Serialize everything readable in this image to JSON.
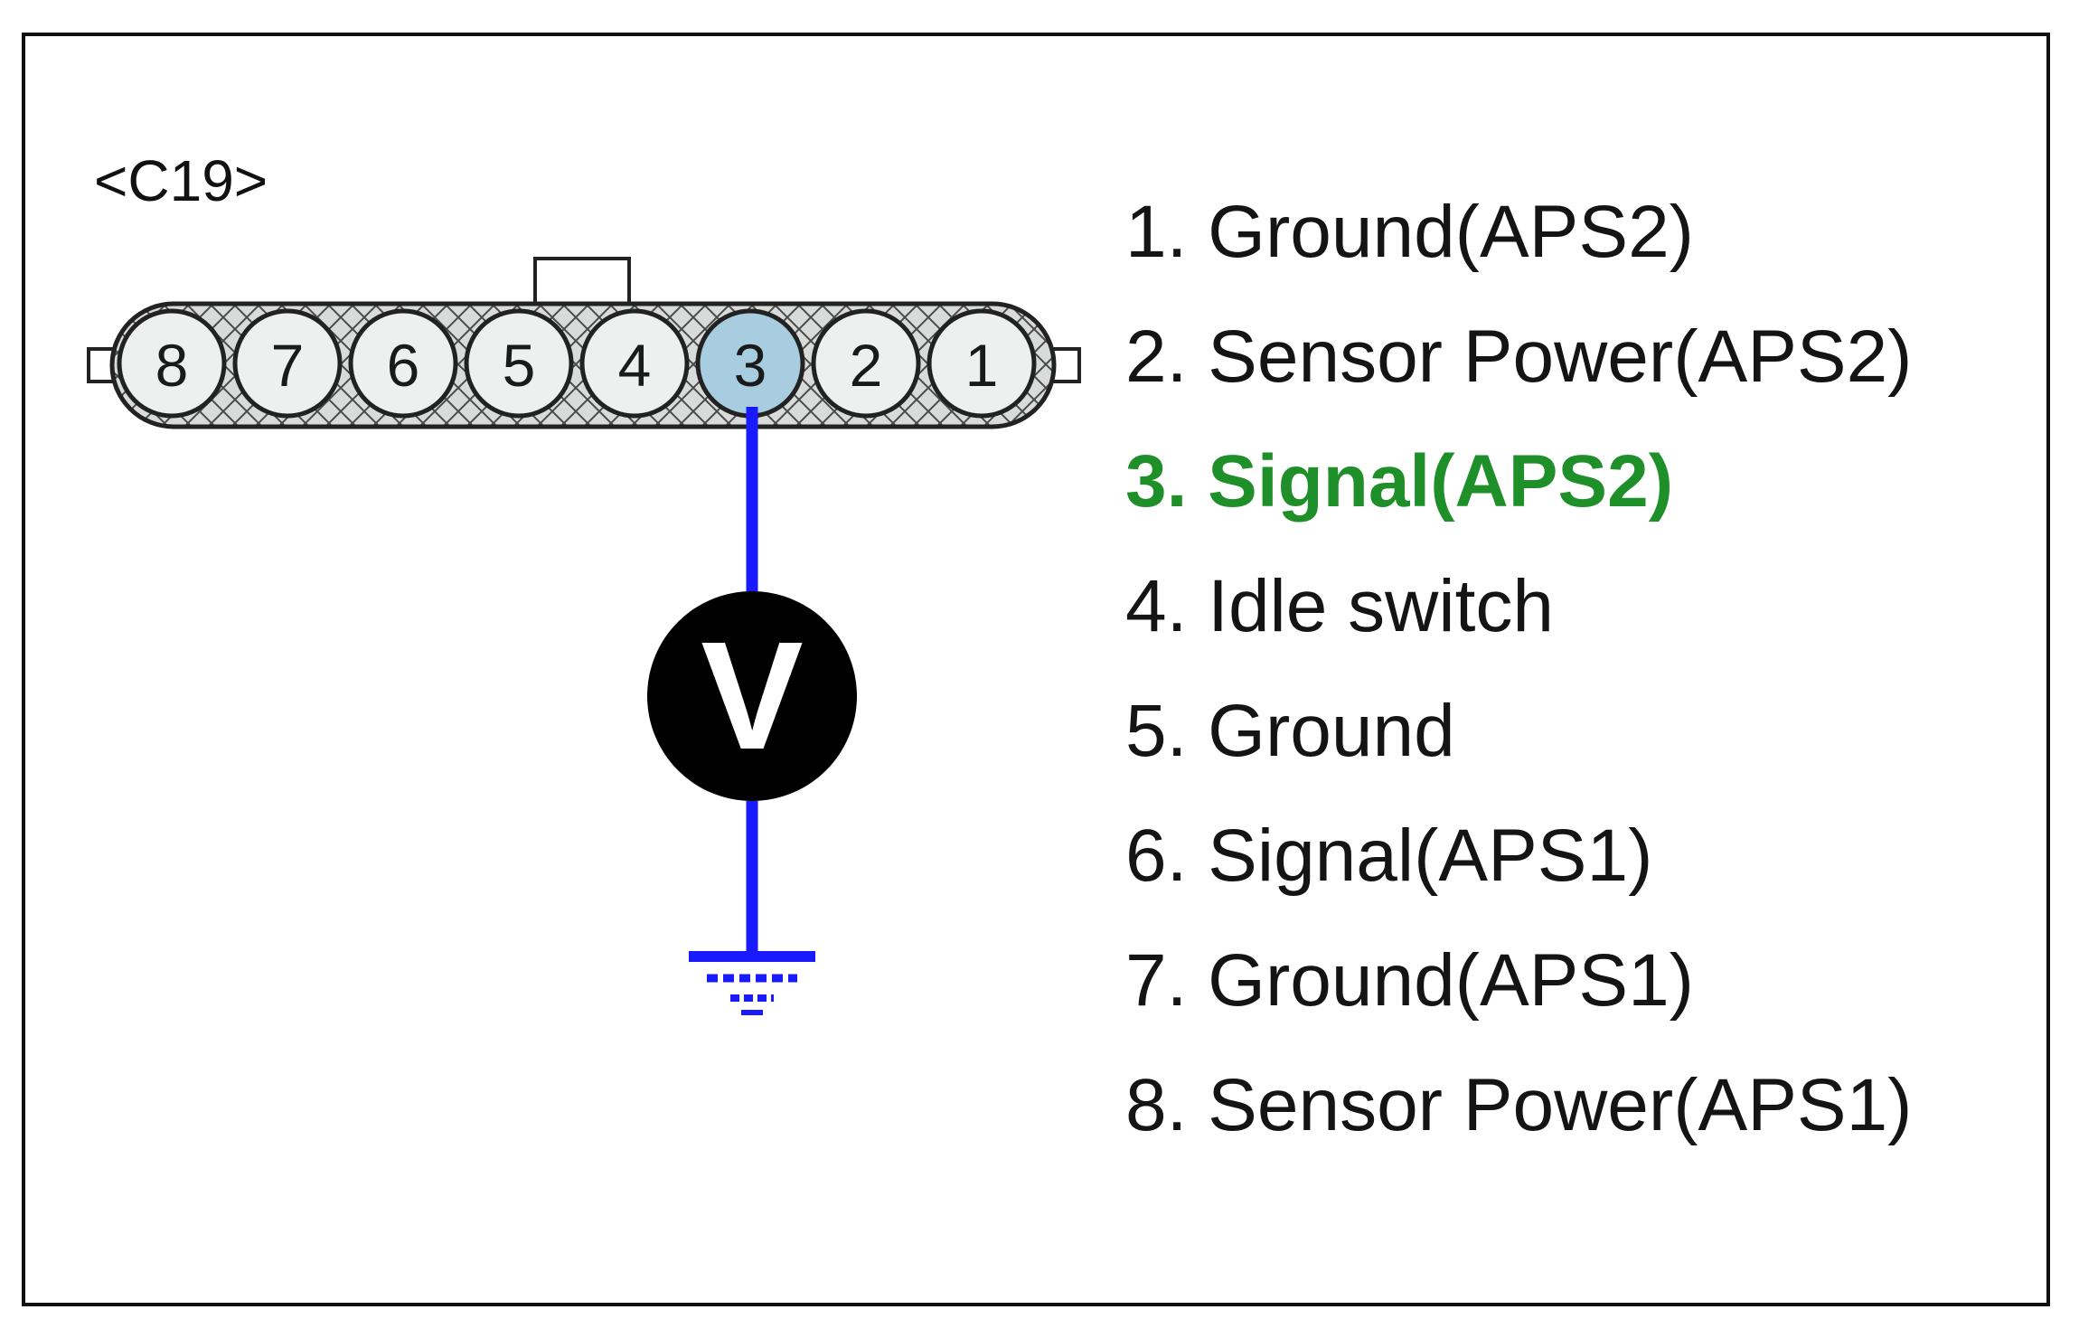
{
  "connector": {
    "label": "<C19>",
    "pins": [
      "8",
      "7",
      "6",
      "5",
      "4",
      "3",
      "2",
      "1"
    ],
    "highlighted_pin": "3"
  },
  "meter": {
    "symbol": "V",
    "icon": "voltmeter-icon"
  },
  "ground": {
    "icon": "ground-icon"
  },
  "legend": {
    "items": [
      "1. Ground(APS2)",
      "2. Sensor Power(APS2)",
      "3. Signal(APS2)",
      "4. Idle switch",
      "5. Ground",
      "6. Signal(APS1)",
      "7. Ground(APS1)",
      "8. Sensor Power(APS1)"
    ],
    "highlighted_index": 2
  },
  "colors": {
    "wire": "#1a1aff",
    "highlight_pin": "#a9cde0",
    "pin_fill": "#eef0f0",
    "highlight_text": "#1f8f2a",
    "meter_fill": "#000000",
    "meter_text": "#ffffff"
  }
}
